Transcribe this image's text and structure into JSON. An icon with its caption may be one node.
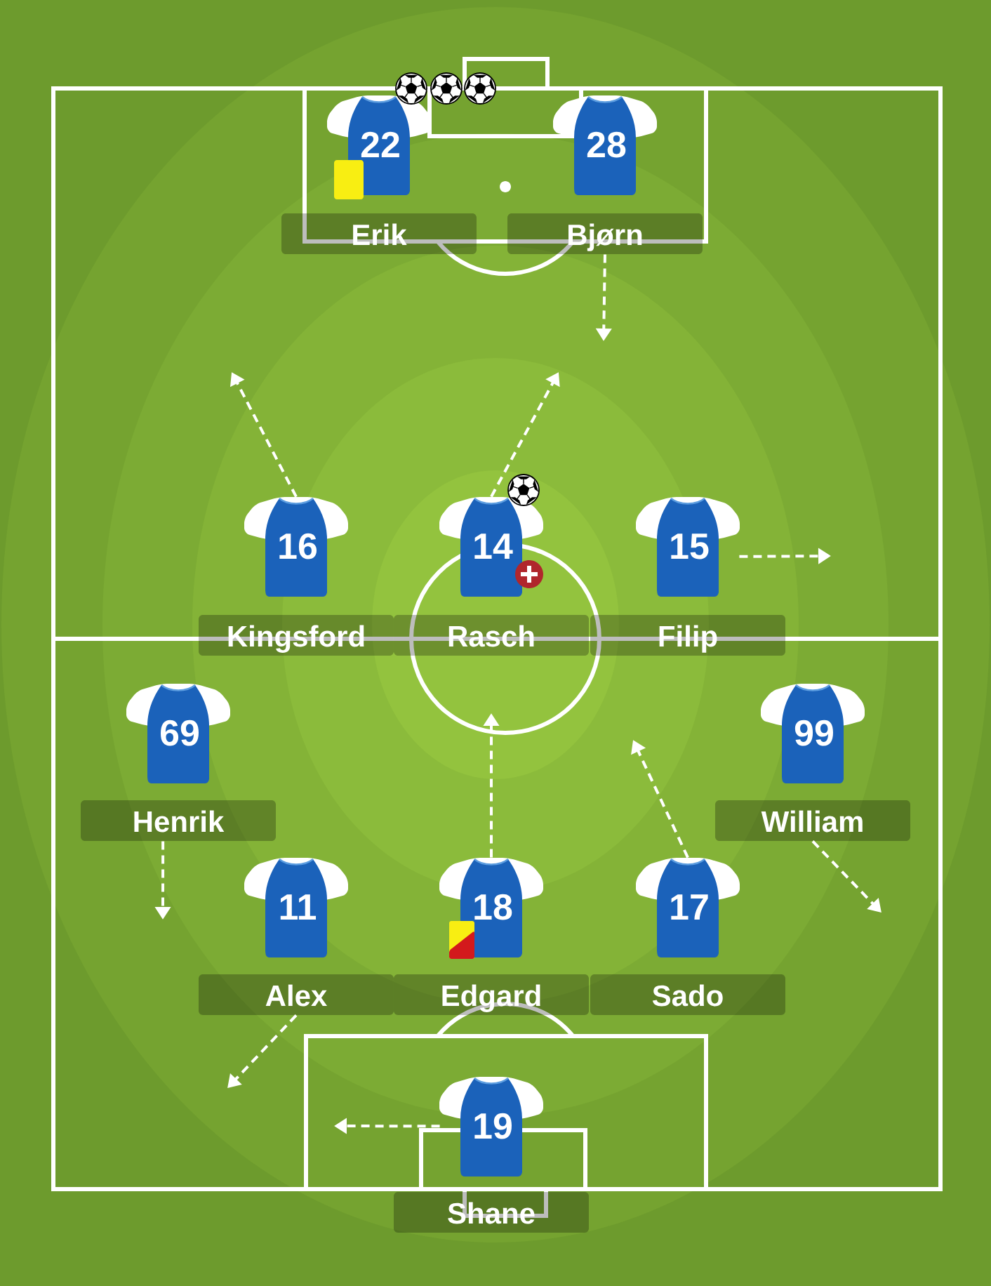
{
  "diagram": {
    "nodes": [
      {
        "text": [
          "22",
          "Erik"
        ]
      },
      {
        "text": [
          "28",
          "Bjørn"
        ]
      },
      {
        "text": [
          "16",
          "Kingsford"
        ]
      },
      {
        "text": [
          "14",
          "Rasch"
        ]
      },
      {
        "text": [
          "15",
          "Filip"
        ]
      },
      {
        "text": [
          "69",
          "Henrik"
        ]
      },
      {
        "text": [
          "99",
          "William"
        ]
      },
      {
        "text": [
          "11",
          "Alex"
        ]
      },
      {
        "text": [
          "18",
          "Edgard"
        ]
      },
      {
        "text": [
          "17",
          "Sado"
        ]
      },
      {
        "text": [
          "19",
          "Shane"
        ]
      }
    ],
    "edges": [
      {
        "from": 1,
        "to": null,
        "arrow": "to",
        "style": "dashed"
      },
      {
        "from": 2,
        "to": null,
        "arrow": "to",
        "style": "dashed"
      },
      {
        "from": 3,
        "to": null,
        "arrow": "to",
        "style": "dashed"
      },
      {
        "from": 4,
        "to": null,
        "arrow": "to",
        "style": "dashed"
      },
      {
        "from": 5,
        "to": null,
        "arrow": "to",
        "style": "dashed"
      },
      {
        "from": 6,
        "to": null,
        "arrow": "to",
        "style": "dashed"
      },
      {
        "from": 7,
        "to": null,
        "arrow": "to",
        "style": "dashed"
      },
      {
        "from": 8,
        "to": null,
        "arrow": "to",
        "style": "dashed"
      },
      {
        "from": 9,
        "to": null,
        "arrow": "to",
        "style": "dashed"
      },
      {
        "from": 10,
        "to": null,
        "arrow": "to",
        "style": "dashed"
      }
    ]
  }
}
